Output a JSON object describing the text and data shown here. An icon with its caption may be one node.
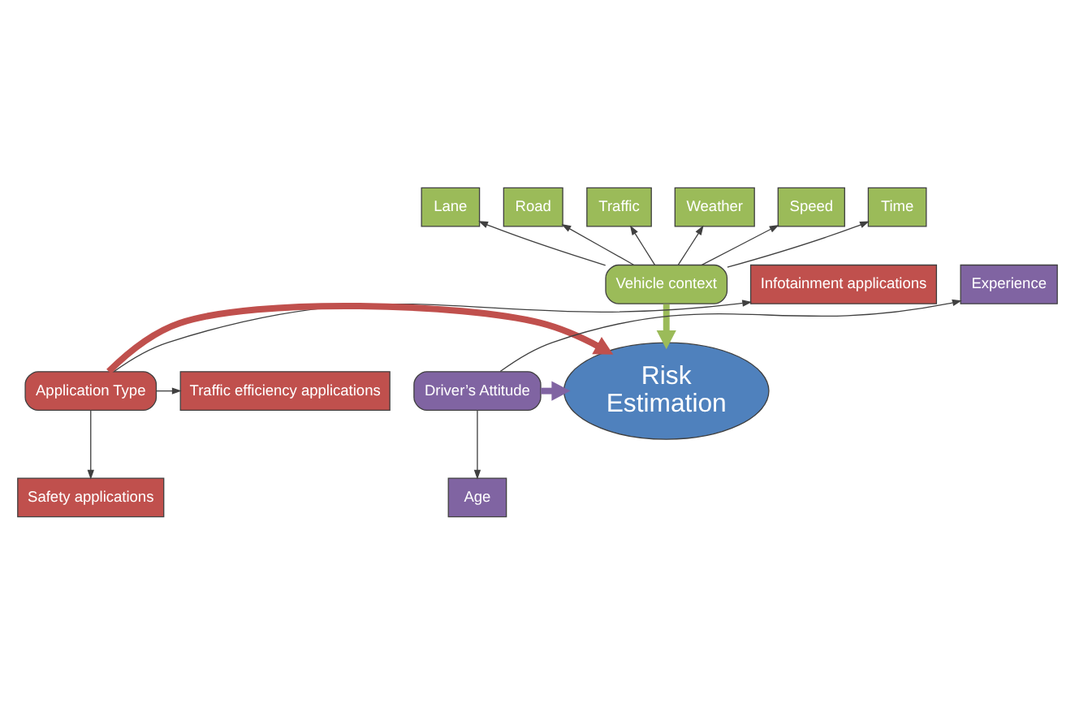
{
  "diagram": {
    "nodes": [
      {
        "text": [
          "Lane"
        ]
      },
      {
        "text": [
          "Road"
        ]
      },
      {
        "text": [
          "Traffic"
        ]
      },
      {
        "text": [
          "Weather"
        ]
      },
      {
        "text": [
          "Speed"
        ]
      },
      {
        "text": [
          "Time"
        ]
      },
      {
        "text": [
          "Vehicle context"
        ]
      },
      {
        "text": [
          "Infotainment applications"
        ]
      },
      {
        "text": [
          "Traffic efficiency applications"
        ]
      },
      {
        "text": [
          "Safety applications"
        ]
      },
      {
        "text": [
          "Application Type"
        ]
      },
      {
        "text": [
          "Risk",
          "Estimation"
        ]
      },
      {
        "text": [
          "Driver’s Attitude"
        ]
      },
      {
        "text": [
          "Experience"
        ]
      },
      {
        "text": [
          "Age"
        ]
      }
    ],
    "edges": [
      {
        "from": 6,
        "to": 0,
        "arrow": "to"
      },
      {
        "from": 6,
        "to": 1,
        "arrow": "to"
      },
      {
        "from": 6,
        "to": 2,
        "arrow": "to"
      },
      {
        "from": 6,
        "to": 3,
        "arrow": "to"
      },
      {
        "from": 6,
        "to": 4,
        "arrow": "to"
      },
      {
        "from": 6,
        "to": 5,
        "arrow": "to"
      },
      {
        "from": 6,
        "to": 11,
        "arrow": "to",
        "style": "thick",
        "color": "#9bbb59"
      },
      {
        "from": 10,
        "to": 7,
        "arrow": "to"
      },
      {
        "from": 10,
        "to": 8,
        "arrow": "to"
      },
      {
        "from": 10,
        "to": 9,
        "arrow": "to"
      },
      {
        "from": 10,
        "to": 11,
        "arrow": "to",
        "style": "thick",
        "color": "#c0504d"
      },
      {
        "from": 12,
        "to": 11,
        "arrow": "to",
        "style": "thick",
        "color": "#8064a2"
      },
      {
        "from": 12,
        "to": 13,
        "arrow": "to"
      },
      {
        "from": 12,
        "to": 14,
        "arrow": "to"
      }
    ]
  }
}
